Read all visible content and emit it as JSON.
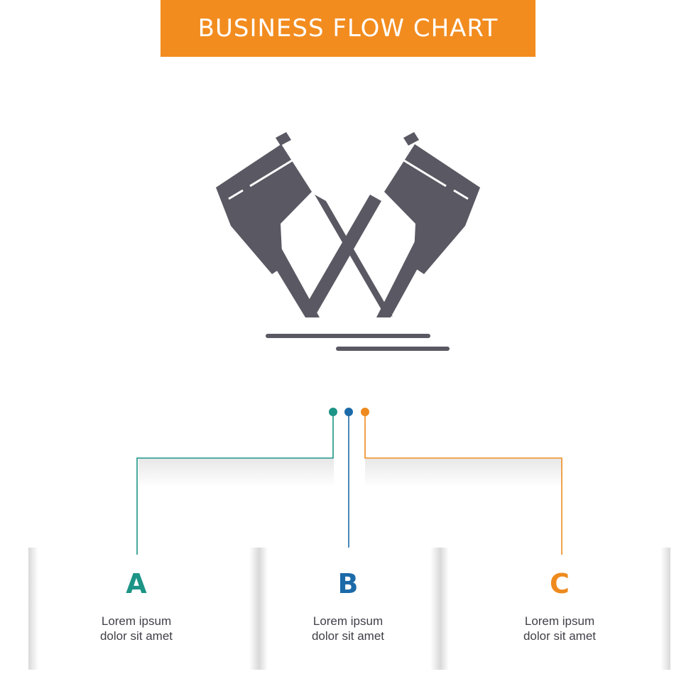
{
  "title": "BUSINESS FLOW CHART",
  "colors": {
    "banner": "#f28c1f",
    "icon": "#5a5862",
    "a": "#1c9486",
    "b": "#1c6aa8",
    "c": "#ee8a1e"
  },
  "icon": "crossed-axes-icon",
  "steps": [
    {
      "letter": "A",
      "line1": "Lorem ipsum",
      "line2": "dolor sit amet"
    },
    {
      "letter": "B",
      "line1": "Lorem ipsum",
      "line2": "dolor sit amet"
    },
    {
      "letter": "C",
      "line1": "Lorem ipsum",
      "line2": "dolor sit amet"
    }
  ]
}
